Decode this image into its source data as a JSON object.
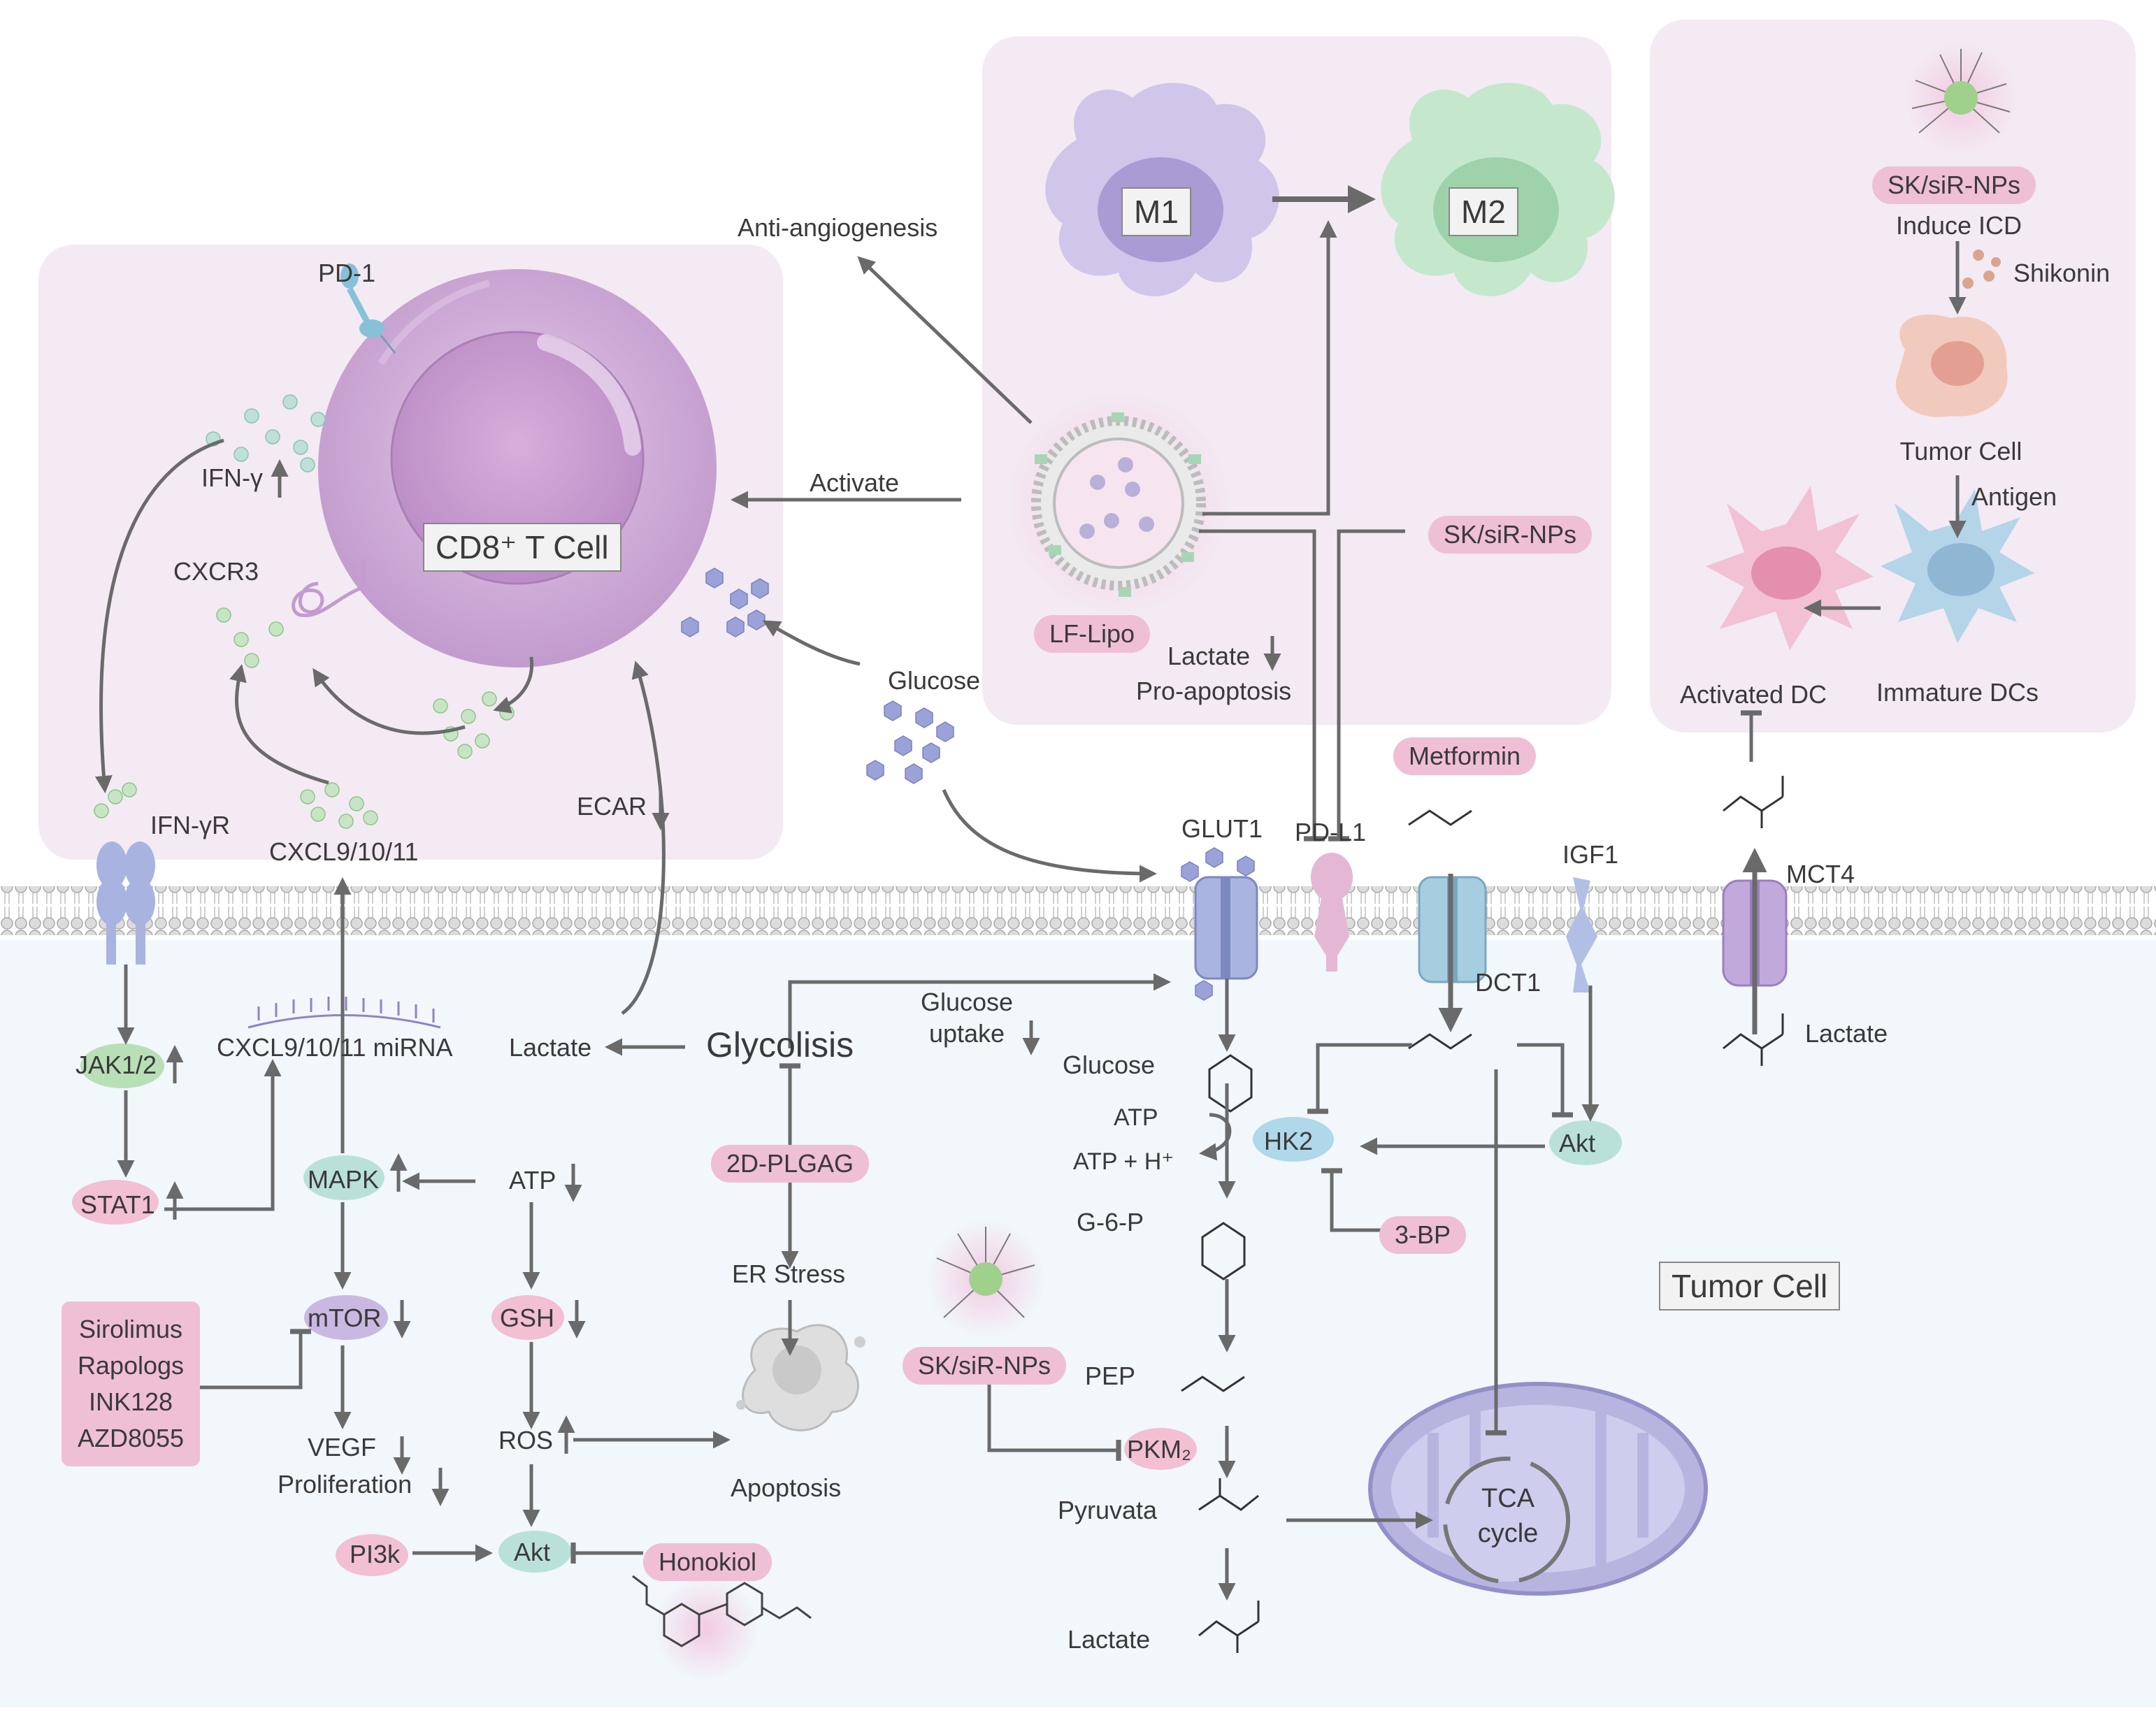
{
  "panels": {
    "cd8": "CD8⁺ T Cell",
    "m1": "M1",
    "m2": "M2",
    "tumor_cell_box": "Tumor Cell"
  },
  "tcell": {
    "pd1": "PD-1",
    "ifng": "IFN-γ",
    "cxcr3": "CXCR3",
    "ifngr": "IFN-γR",
    "cxcl": "CXCL9/10/11",
    "ecar": "ECAR",
    "activate": "Activate",
    "anti_angiogenesis": "Anti-angiogenesis",
    "glucose": "Glucose"
  },
  "macrophage": {
    "lf_lipo": "LF-Lipo",
    "sk_sir_nps": "SK/siR-NPs",
    "lactate": "Lactate",
    "pro_apoptosis": "Pro-apoptosis"
  },
  "dc_panel": {
    "sk_sir_nps": "SK/siR-NPs",
    "induce_icd": "Induce ICD",
    "shikonin": "Shikonin",
    "tumor_cell": "Tumor Cell",
    "antigen": "Antigen",
    "activated_dc": "Activated DC",
    "immature_dcs": "Immature DCs"
  },
  "membrane": {
    "glut1": "GLUT1",
    "pdl1": "PD-L1",
    "metformin": "Metformin",
    "igf1": "IGF1",
    "mct4": "MCT4",
    "dct1": "DCT1",
    "lactate": "Lactate"
  },
  "signaling": {
    "jak": "JAK1/2",
    "stat1": "STAT1",
    "mirna": "CXCL9/10/11 miRNA",
    "mapk": "MAPK",
    "atp": "ATP",
    "mtor": "mTOR",
    "gsh": "GSH",
    "vegf": "VEGF",
    "proliferation": "Proliferation",
    "ros": "ROS",
    "pi3k": "PI3k",
    "akt": "Akt",
    "honokiol": "Honokiol",
    "lactate": "Lactate",
    "glycolisis": "Glycolisis",
    "plgag": "2D-PLGAG",
    "er_stress": "ER Stress",
    "apoptosis": "Apoptosis",
    "drugs": [
      "Sirolimus",
      "Rapologs",
      "INK128",
      "AZD8055"
    ]
  },
  "metabolism": {
    "glucose_uptake_1": "Glucose",
    "glucose_uptake_2": "uptake",
    "glucose": "Glucose",
    "atp": "ATP",
    "atp_h": "ATP + H⁺",
    "g6p": "G-6-P",
    "hk2": "HK2",
    "akt": "Akt",
    "three_bp": "3-BP",
    "sk_sir_nps": "SK/siR-NPs",
    "pep": "PEP",
    "pkm2": "PKM₂",
    "pyruvata": "Pyruvata",
    "lactate": "Lactate",
    "tca": "TCA",
    "cycle": "cycle"
  },
  "colors": {
    "panel_bg": "#f3eaf3",
    "cell_bg": "#f1f7fb",
    "tcell": "#c9a4d2",
    "m1": "#c8bfe6",
    "m2": "#bfe3c8",
    "pill": "#efbfd6",
    "arrow": "#6a6a6a",
    "mito": "#b7b5e0"
  }
}
